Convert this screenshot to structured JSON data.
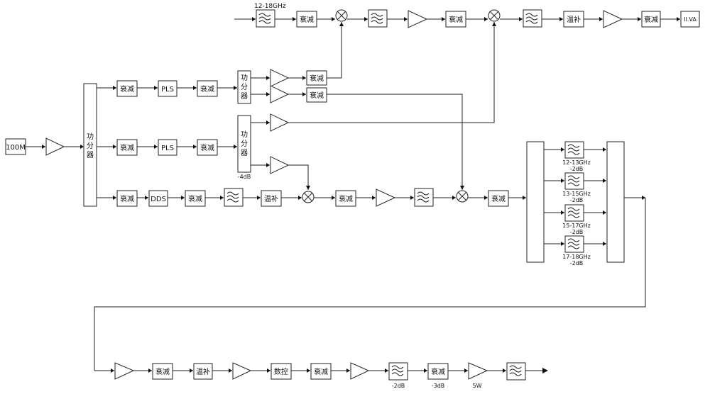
{
  "blocks": {
    "attenuator": "衰减",
    "pls": "PLS",
    "dds": "DDS",
    "temp_comp": "温补",
    "digital_ctrl": "数控",
    "power_divider": "功分器",
    "ref_100m": "100M",
    "output": "II.VA"
  },
  "labels": {
    "input_band": "12-18GHz",
    "pd_loss": "-4dB",
    "filter_bank_1": [
      "12-13GHz",
      "-2dB"
    ],
    "filter_bank_2": [
      "13-15GHz",
      "-2dB"
    ],
    "filter_bank_3": [
      "15-17GHz",
      "-2dB"
    ],
    "filter_bank_4": [
      "17-18GHz",
      "-2dB"
    ],
    "bottom_filter_loss": "-2dB",
    "bottom_atten_loss": "-3dB",
    "bottom_amp_power": "5W"
  }
}
